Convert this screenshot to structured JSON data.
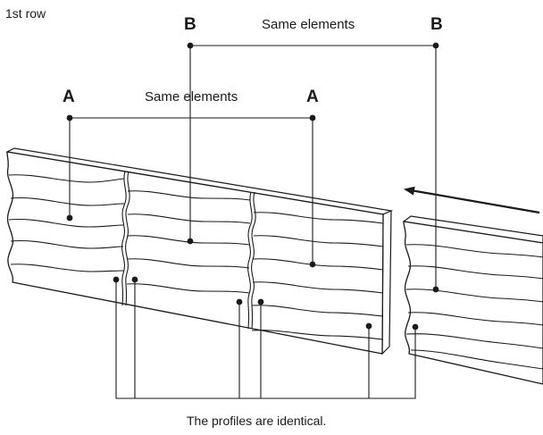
{
  "labels": {
    "row": "1st row",
    "marker_a_left": "A",
    "marker_a_right": "A",
    "marker_b_left": "B",
    "marker_b_right": "B",
    "same_a": "Same elements",
    "same_b": "Same elements",
    "caption": "The profiles are identical."
  },
  "colors": {
    "ink": "#1a1a1a",
    "background": "#ffffff"
  },
  "icons": {
    "direction": "arrow-left-icon"
  }
}
